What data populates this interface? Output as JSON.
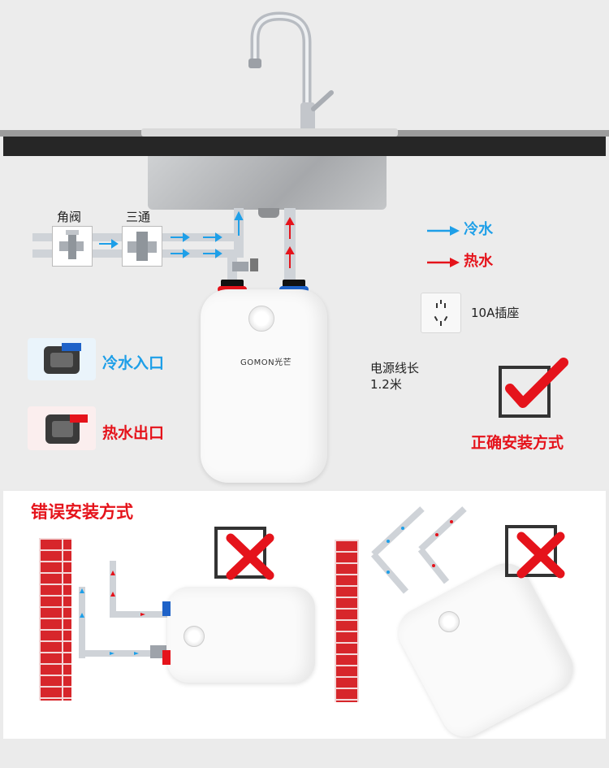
{
  "labels": {
    "angle_valve": "角阀",
    "tee": "三通",
    "cold_legend": "冷水",
    "hot_legend": "热水",
    "socket": "10A插座",
    "cable_line1": "电源线长",
    "cable_line2": "1.2米",
    "cold_inlet": "冷水入口",
    "hot_outlet": "热水出口",
    "correct": "正确安装方式",
    "wrong": "错误安装方式",
    "brand": "GOMON",
    "brand_cn": "光芒"
  },
  "colors": {
    "cold": "#1e9fe8",
    "hot": "#e5131b",
    "counter": "#262626"
  },
  "icons": [
    "check-icon",
    "cross-icon",
    "cold-arrow-icon",
    "hot-arrow-icon",
    "power-socket-icon"
  ]
}
